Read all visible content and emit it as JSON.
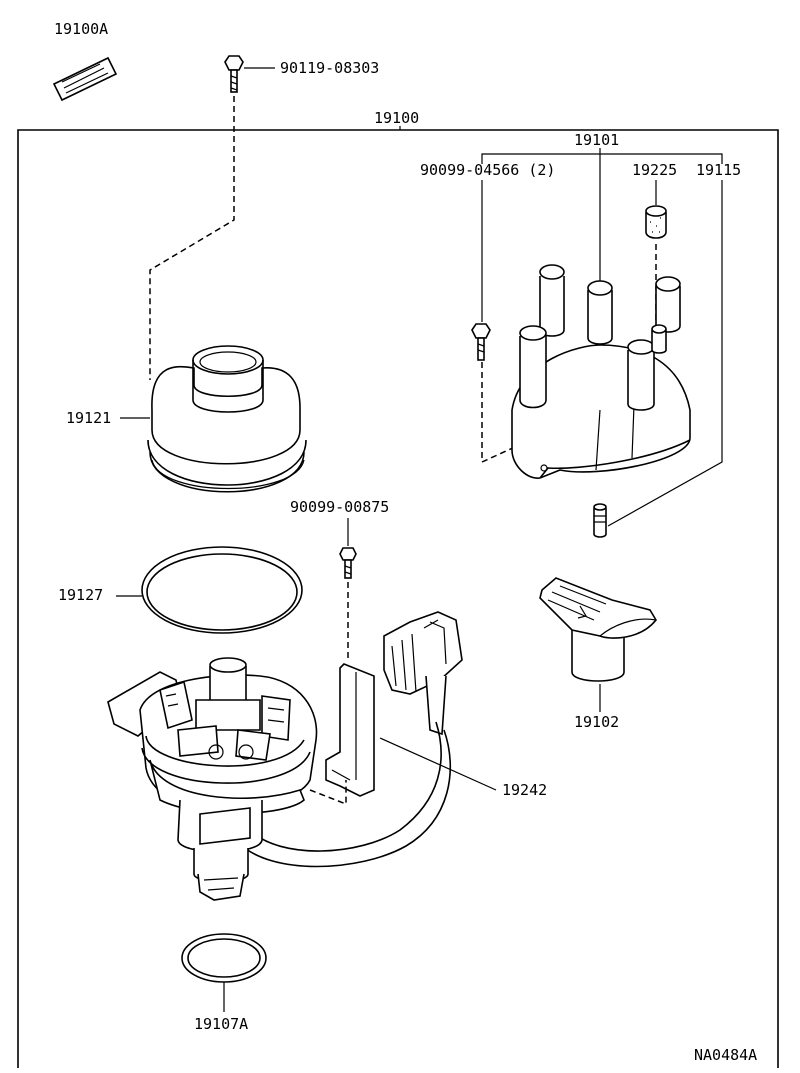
{
  "parts": {
    "label_sheet": "19100A",
    "bolt_top": "90119-08303",
    "assembly": "19100",
    "cap_assembly": "19101",
    "cap_screws": "90099-04566 (2)",
    "carbon_rod": "19225",
    "spring": "19115",
    "dust_cover": "19121",
    "screw_bracket": "90099-00875",
    "o_ring_large": "19127",
    "rotor": "19102",
    "harness_bracket": "19242",
    "o_ring_small": "19107A"
  },
  "drawing_code": "NA0484A"
}
